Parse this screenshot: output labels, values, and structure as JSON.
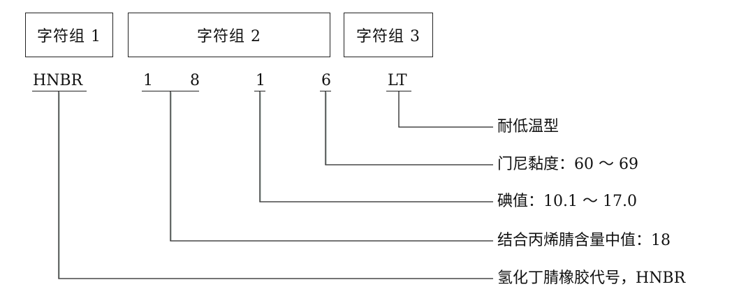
{
  "groups": [
    {
      "label": "字符组 1"
    },
    {
      "label": "字符组 2"
    },
    {
      "label": "字符组 3"
    }
  ],
  "codes": {
    "hnbr": "HNBR",
    "d1": "1",
    "d8": "8",
    "d1b": "1",
    "d6": "6",
    "lt": "LT"
  },
  "descriptions": {
    "low_temp": "耐低温型",
    "mooney": "门尼黏度：60 ～ 69",
    "iodine": "碘值：10.1 ～ 17.0",
    "acn": "结合丙烯腈含量中值：18",
    "hnbr_code": "氢化丁腈橡胶代号，HNBR"
  },
  "colors": {
    "box_line": "#222222",
    "leader_line": "#9aa7a0",
    "text": "#111111"
  }
}
